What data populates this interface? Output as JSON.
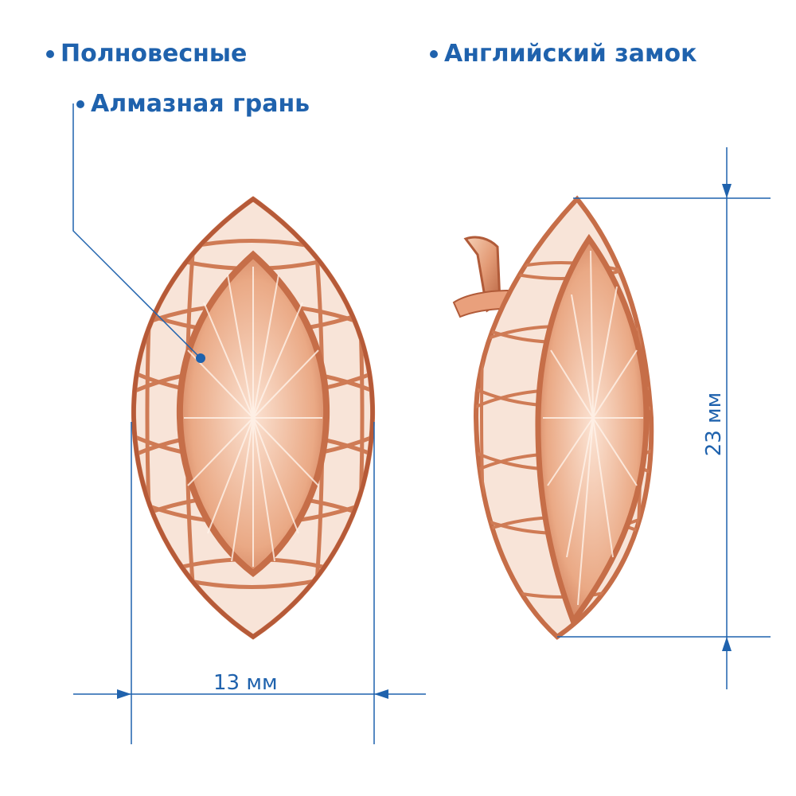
{
  "features": {
    "full_weight": "Полновесные",
    "diamond_cut": "Алмазная грань",
    "english_lock": "Английский замок"
  },
  "dimensions": {
    "width_label": "13 мм",
    "height_label": "23 мм"
  },
  "colors": {
    "accent": "#1f62ad",
    "gold_light": "#f3c2a2",
    "gold_mid": "#d88c66",
    "gold_dark": "#a85436"
  }
}
